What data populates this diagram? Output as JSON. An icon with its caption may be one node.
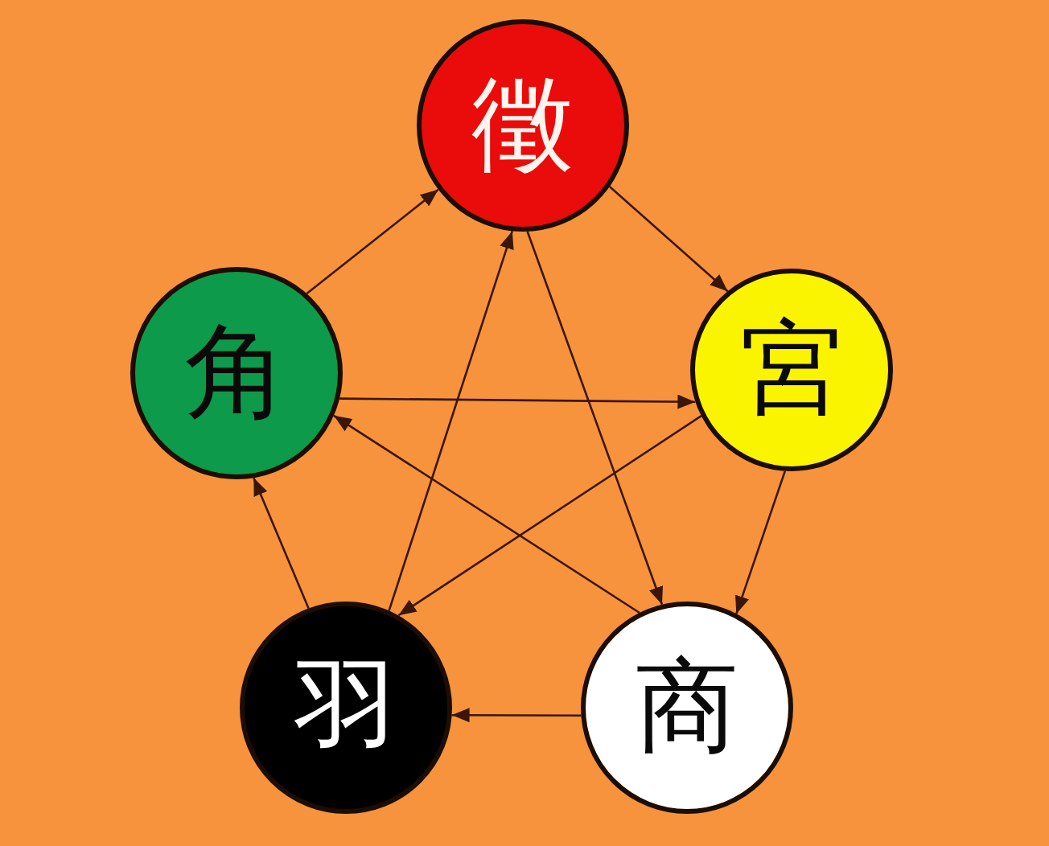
{
  "diagram": {
    "nodes": [
      {
        "text": [
          "徵"
        ]
      },
      {
        "text": [
          "角"
        ]
      },
      {
        "text": [
          "宮"
        ]
      },
      {
        "text": [
          "羽"
        ]
      },
      {
        "text": [
          "商"
        ]
      }
    ],
    "edges": [
      {
        "from": 1,
        "to": 0,
        "arrow": "to"
      },
      {
        "from": 0,
        "to": 2,
        "arrow": "to"
      },
      {
        "from": 2,
        "to": 4,
        "arrow": "to"
      },
      {
        "from": 4,
        "to": 3,
        "arrow": "to"
      },
      {
        "from": 3,
        "to": 1,
        "arrow": "to"
      },
      {
        "from": 1,
        "to": 2,
        "arrow": "to"
      },
      {
        "from": 2,
        "to": 3,
        "arrow": "to"
      },
      {
        "from": 3,
        "to": 0,
        "arrow": "to"
      },
      {
        "from": 0,
        "to": 4,
        "arrow": "to"
      },
      {
        "from": 4,
        "to": 1,
        "arrow": "to"
      }
    ]
  }
}
